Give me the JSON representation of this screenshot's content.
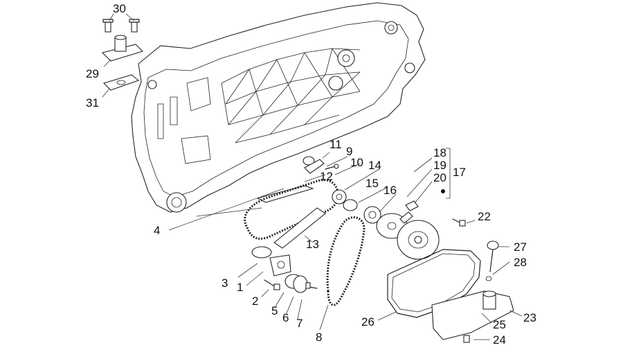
{
  "labels": [
    {
      "id": "p30",
      "text": "30"
    },
    {
      "id": "p29",
      "text": "29"
    },
    {
      "id": "p31",
      "text": "31"
    },
    {
      "id": "p11",
      "text": "11"
    },
    {
      "id": "p9",
      "text": "9"
    },
    {
      "id": "p10",
      "text": "10"
    },
    {
      "id": "p14",
      "text": "14"
    },
    {
      "id": "p12",
      "text": "12"
    },
    {
      "id": "p18",
      "text": "18"
    },
    {
      "id": "p19",
      "text": "19"
    },
    {
      "id": "p20",
      "text": "20"
    },
    {
      "id": "p17",
      "text": "17"
    },
    {
      "id": "p15",
      "text": "15"
    },
    {
      "id": "p16",
      "text": "16"
    },
    {
      "id": "p22",
      "text": "22"
    },
    {
      "id": "p4",
      "text": "4"
    },
    {
      "id": "p13",
      "text": "13"
    },
    {
      "id": "p27",
      "text": "27"
    },
    {
      "id": "p28",
      "text": "28"
    },
    {
      "id": "p3",
      "text": "3"
    },
    {
      "id": "p1",
      "text": "1"
    },
    {
      "id": "p2",
      "text": "2"
    },
    {
      "id": "p5",
      "text": "5"
    },
    {
      "id": "p6",
      "text": "6"
    },
    {
      "id": "p7",
      "text": "7"
    },
    {
      "id": "p8",
      "text": "8"
    },
    {
      "id": "p26",
      "text": "26"
    },
    {
      "id": "p23",
      "text": "23"
    },
    {
      "id": "p25",
      "text": "25"
    },
    {
      "id": "p24",
      "text": "24"
    }
  ]
}
